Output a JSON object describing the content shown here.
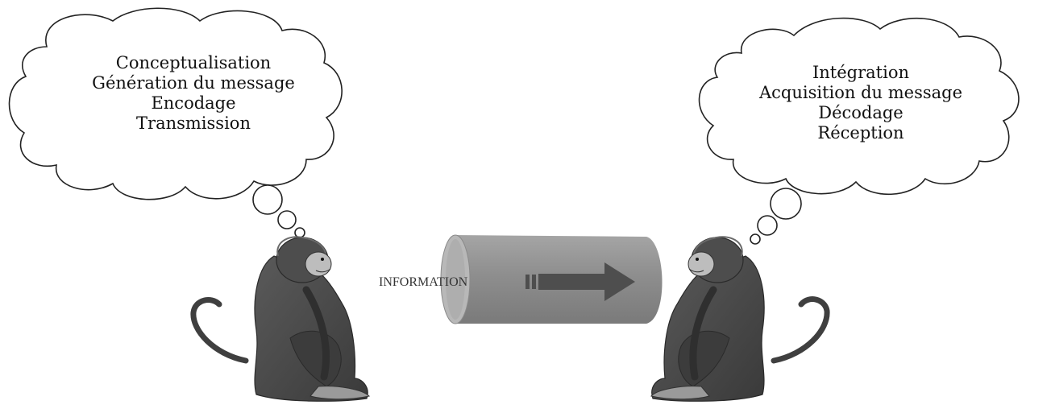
{
  "sender": {
    "thought_lines": [
      "Conceptualisation",
      "Génération du message",
      "Encodage",
      "Transmission"
    ]
  },
  "receiver": {
    "thought_lines": [
      "Intégration",
      "Acquisition du message",
      "Décodage",
      "Réception"
    ]
  },
  "channel": {
    "label": "INFORMATION"
  },
  "colors": {
    "monkey": "#4a4a4a",
    "monkey_face": "#bcbcbc",
    "channel_body": "#8f8f8f",
    "arrow": "#5a5a5a",
    "cloud_stroke": "#222222"
  }
}
